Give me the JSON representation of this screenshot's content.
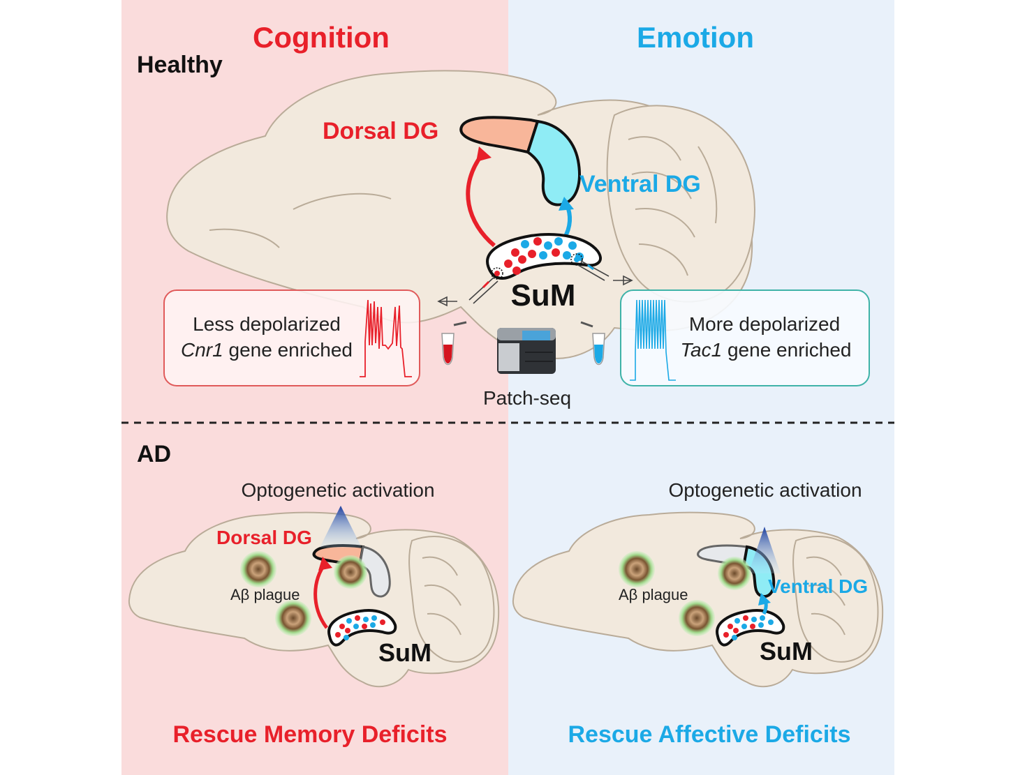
{
  "headers": {
    "cognition": "Cognition",
    "emotion": "Emotion"
  },
  "conditions": {
    "healthy": "Healthy",
    "ad": "AD"
  },
  "top_panel": {
    "dorsal_dg": "Dorsal DG",
    "ventral_dg": "Ventral DG",
    "sum": "SuM",
    "left_box": {
      "line1": "Less depolarized",
      "gene": "Cnr1",
      "line2_rest": " gene enriched"
    },
    "right_box": {
      "line1": "More depolarized",
      "gene": "Tac1",
      "line2_rest": " gene enriched"
    },
    "method": "Patch-seq"
  },
  "bottom_left": {
    "stim": "Optogenetic activation",
    "dg": "Dorsal DG",
    "plaque": "Aβ plague",
    "sum": "SuM",
    "outcome": "Rescue Memory Deficits"
  },
  "bottom_right": {
    "stim": "Optogenetic activation",
    "dg": "Ventral DG",
    "plaque": "Aβ plague",
    "sum": "SuM",
    "outcome": "Rescue Affective Deficits"
  },
  "colors": {
    "red": "#e8202a",
    "blue": "#1ba9e6",
    "left_bg": "#fadcdc",
    "right_bg": "#e9f1fa",
    "brain": "#f2e9dd",
    "dorsal": "#f8b69a",
    "ventral": "#8fecf5",
    "box_red": "#e05a5a",
    "box_teal": "#3fb3a8"
  }
}
